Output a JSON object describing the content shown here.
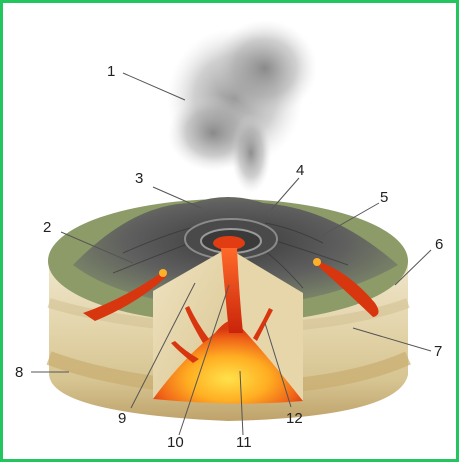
{
  "labels": [
    {
      "id": "1",
      "text": "1"
    },
    {
      "id": "2",
      "text": "2"
    },
    {
      "id": "3",
      "text": "3"
    },
    {
      "id": "4",
      "text": "4"
    },
    {
      "id": "5",
      "text": "5"
    },
    {
      "id": "6",
      "text": "6"
    },
    {
      "id": "7",
      "text": "7"
    },
    {
      "id": "8",
      "text": "8"
    },
    {
      "id": "9",
      "text": "9"
    },
    {
      "id": "10",
      "text": "10"
    },
    {
      "id": "11",
      "text": "11"
    },
    {
      "id": "12",
      "text": "12"
    }
  ],
  "colors": {
    "frame": "#22c55e",
    "ground_top": "#8fa06a",
    "rock_layer_light": "#f0e8cf",
    "rock_layer_mid": "#e3d6b0",
    "rock_layer_dark": "#cbb98a",
    "lava": "#e03a10",
    "magma_core": "#ffd23a",
    "ash": "#9a9a9a"
  }
}
